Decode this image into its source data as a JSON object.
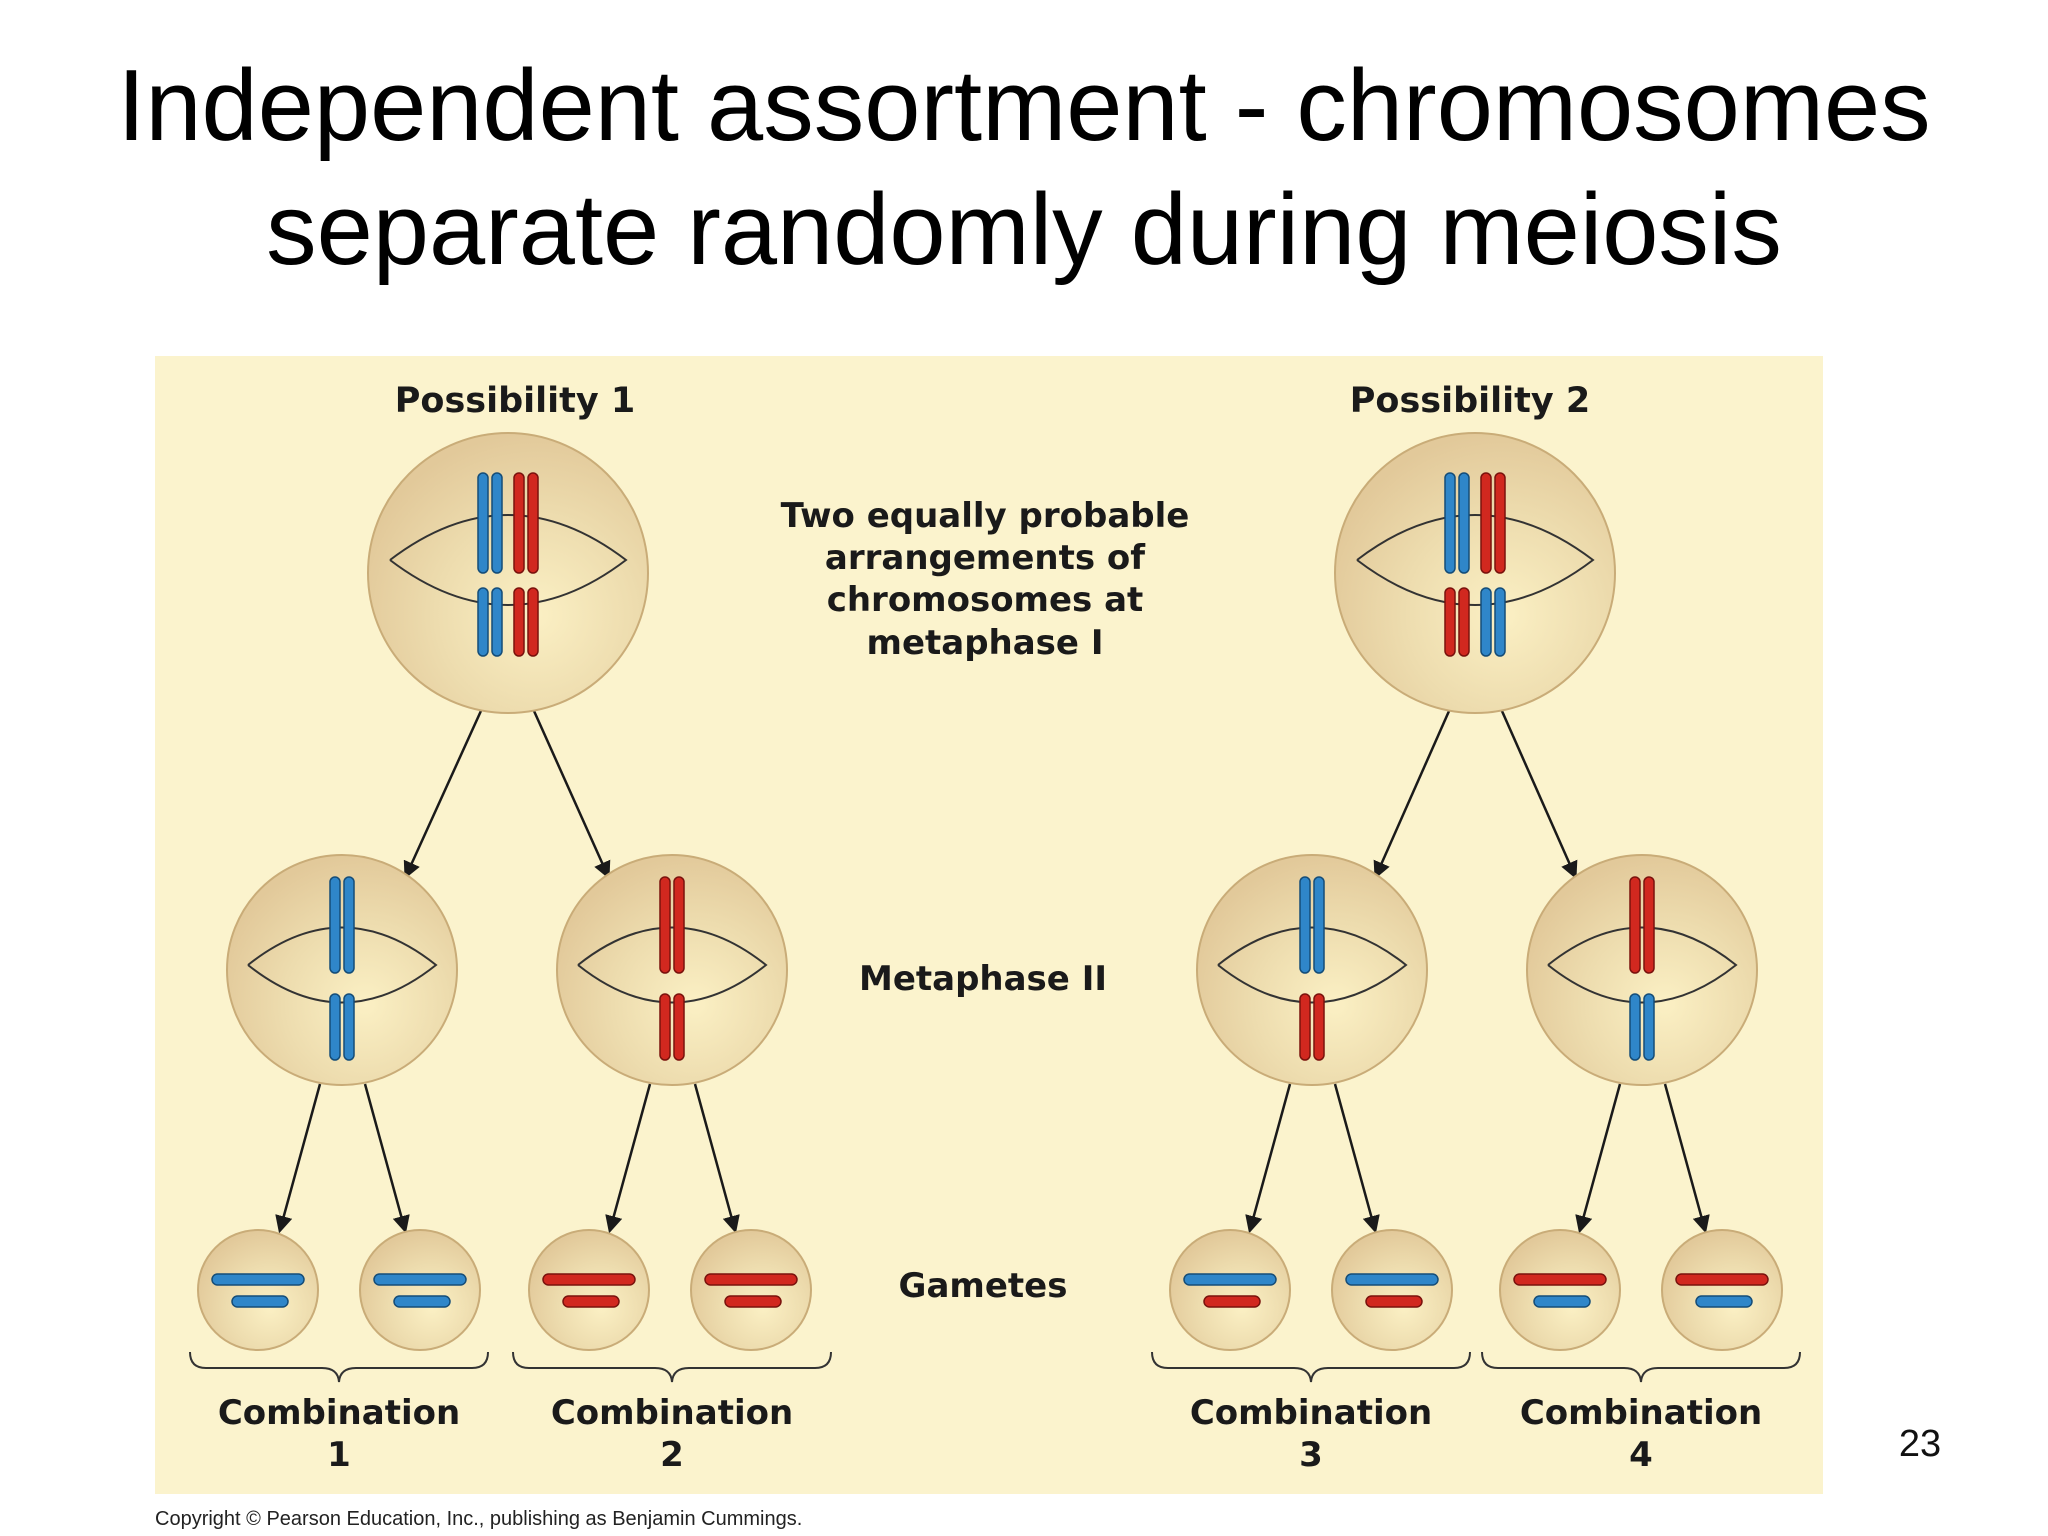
{
  "slide": {
    "title_line1": "Independent assortment - chromosomes",
    "title_line2": "separate randomly during meiosis",
    "page_number": "23"
  },
  "figure": {
    "possibility_1": "Possibility 1",
    "possibility_2": "Possibility 2",
    "metaphase1_lines": [
      "Two equally probable",
      "arrangements of",
      "chromosomes at",
      "metaphase I"
    ],
    "metaphase2_label": "Metaphase II",
    "gametes_label": "Gametes",
    "combinations": [
      {
        "word": "Combination",
        "number": "1"
      },
      {
        "word": "Combination",
        "number": "2"
      },
      {
        "word": "Combination",
        "number": "3"
      },
      {
        "word": "Combination",
        "number": "4"
      }
    ],
    "copyright": "Copyright © Pearson Education, Inc., publishing as Benjamin Cummings.",
    "colors": {
      "background": "#fbf3cd",
      "cell": "#e9d6a6",
      "blue_chromosome": "#2f86c9",
      "red_chromosome": "#d1281f",
      "arrow": "#1a1a1a"
    }
  }
}
